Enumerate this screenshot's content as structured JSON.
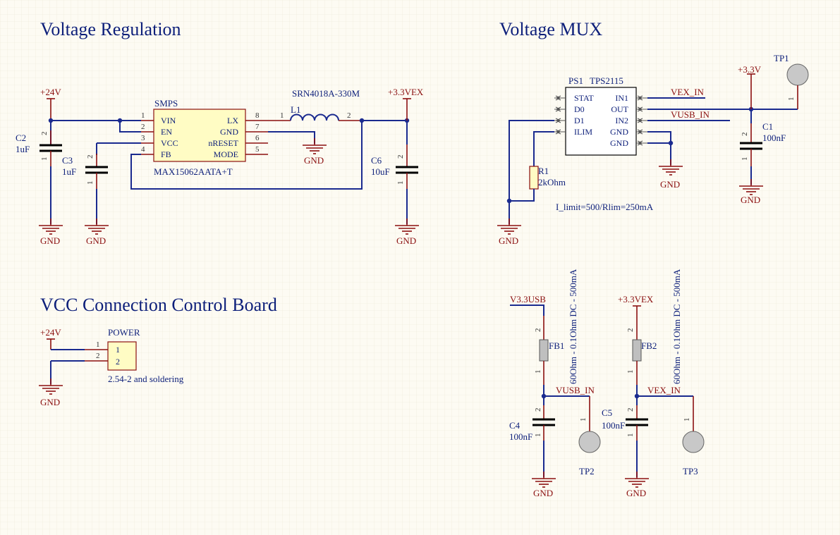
{
  "sections": {
    "voltage_regulation": "Voltage Regulation",
    "voltage_mux": "Voltage MUX",
    "vcc_connection": "VCC Connection Control Board"
  },
  "power": {
    "p24v": "+24V",
    "p33vex": "+3.3VEX",
    "p33v": "+3.3V",
    "gnd": "GND",
    "v33usb": "V3.3USB"
  },
  "regulator": {
    "designator": "SMPS",
    "part": "MAX15062AATA+T",
    "left_pins": [
      {
        "num": "1",
        "name": "VIN"
      },
      {
        "num": "2",
        "name": "EN"
      },
      {
        "num": "3",
        "name": "VCC"
      },
      {
        "num": "4",
        "name": "FB"
      }
    ],
    "right_pins": [
      {
        "num": "8",
        "name": "LX"
      },
      {
        "num": "7",
        "name": "GND"
      },
      {
        "num": "6",
        "name": "nRESET"
      },
      {
        "num": "5",
        "name": "MODE"
      }
    ],
    "inductor": {
      "designator": "L1",
      "part": "SRN4018A-330M",
      "pin1": "1",
      "pin2": "2"
    },
    "c2": {
      "designator": "C2",
      "value": "1uF"
    },
    "c3": {
      "designator": "C3",
      "value": "1uF"
    },
    "c6": {
      "designator": "C6",
      "value": "10uF"
    }
  },
  "mux": {
    "designator": "PS1",
    "part": "TPS2115",
    "left_pins": [
      "STAT",
      "D0",
      "D1",
      "ILIM"
    ],
    "right_pins": [
      "IN1",
      "OUT",
      "IN2",
      "GND",
      "GND"
    ],
    "net_vex_in": "VEX_IN",
    "net_vusb_in": "VUSB_IN",
    "r1": {
      "designator": "R1",
      "value": "2kOhm"
    },
    "c1": {
      "designator": "C1",
      "value": "100nF"
    },
    "tp1": "TP1",
    "note": "I_limit=500/Rlim=250mA"
  },
  "connector": {
    "designator": "POWER",
    "pins": [
      "1",
      "2"
    ],
    "footprint": "2.54-2 and soldering"
  },
  "filters": {
    "fb1": {
      "designator": "FB1",
      "spec": "60Ohm - 0.1Ohm DC - 500mA"
    },
    "fb2": {
      "designator": "FB2",
      "spec": "60Ohm - 0.1Ohm DC - 500mA"
    },
    "c4": {
      "designator": "C4",
      "value": "100nF"
    },
    "c5": {
      "designator": "C5",
      "value": "100nF"
    },
    "tp2": "TP2",
    "tp3": "TP3",
    "net_vusb_in": "VUSB_IN",
    "net_vex_in": "VEX_IN"
  },
  "pin_numbers": {
    "one": "1",
    "two": "2"
  }
}
